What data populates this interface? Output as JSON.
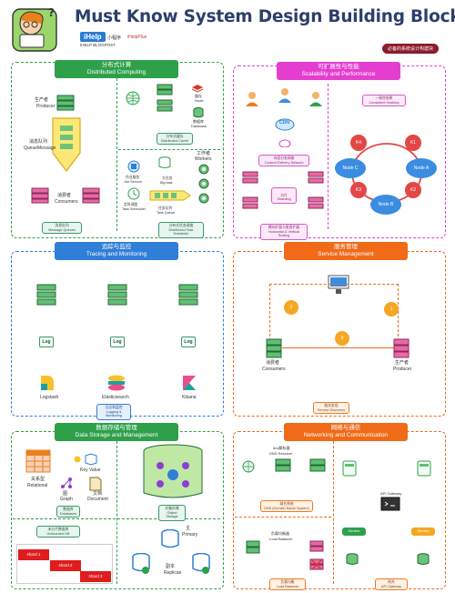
{
  "header": {
    "title": "Must Know System Design Building Blocks",
    "brand": "iHelp",
    "brand_sub": "IHELP BLOGPOST",
    "mini_app": "小程序",
    "handle": "iHelpPlus",
    "badge": "必备的系统设计构建块"
  },
  "panels": {
    "distributed": {
      "title_cn": "分布式计算",
      "title_en": "Distributed Computing",
      "producer_cn": "生产者",
      "producer_en": "Producer",
      "queue_cn": "消息队列",
      "queue_en": "QueueMessage",
      "consumer_cn": "消费者",
      "consumer_en": "Consumers",
      "btn_mq": "消息队列\nMessage Queues",
      "cache_label": "缓存",
      "node_label": "Node",
      "db_label": "数据库",
      "db_en": "Database",
      "btn_cache": "分布式缓存\nDistributed Cache",
      "workers_cn": "工作者",
      "workers_en": "Workers",
      "job_svc_cn": "作业服务",
      "job_svc_en": "Job Service",
      "scheduler_cn": "定时调度",
      "scheduler_en": "Task Scheduler",
      "big_task_cn": "大任务",
      "big_task_en": "Big task",
      "task_queue_cn": "任务队列",
      "task_queue_en": "Task Queue",
      "btn_tasks": "分布式任务调度\nDistributed Task Scheduler"
    },
    "scalability": {
      "title_cn": "可扩展性与性能",
      "title_en": "Scalability and Performance",
      "cdn": "CDN",
      "btn_cdn": "内容分发网络\nContent Delivery Network",
      "sharding_cn": "分片",
      "sharding_en": "Sharding",
      "btn_scale": "横向扩展与垂直扩展\nHorizontal & Vertical Scaling",
      "hash_cn": "一致性哈希",
      "hash_en": "Consistent Hashing",
      "ring_nodes": [
        "K4",
        "K1",
        "Node C",
        "Node A",
        "K3",
        "K2",
        "Node B"
      ]
    },
    "tracing": {
      "title_cn": "追踪与监控",
      "title_en": "Tracing and Monitoring",
      "log": "Log",
      "logstash": "Logstash",
      "elasticsearch": "Elasticsearch",
      "kibana": "Kibana",
      "btn": "日志和监控\nLogging & Monitoring"
    },
    "service": {
      "title_cn": "服务管理",
      "title_en": "Service Management",
      "steps": [
        "2",
        "1",
        "3"
      ],
      "consumer_cn": "消费者",
      "consumer_en": "Consumers",
      "producer_cn": "生产者",
      "producer_en": "Producer",
      "btn_cn": "服务发现",
      "btn_en": "Service Discovery"
    },
    "storage": {
      "title_cn": "数据存储与管理",
      "title_en": "Data Storage and Management",
      "relational_cn": "关系型",
      "relational_en": "Relational",
      "kv": "Key Value",
      "graph_cn": "图",
      "graph_en": "Graph",
      "doc_cn": "文档",
      "doc_en": "Document",
      "btn_db": "数据库\nDatabases",
      "btn_obj": "对象存储\nObject Storage",
      "unsharded_cn": "未分片数据库",
      "unsharded_en": "Unsharded DB",
      "shards": [
        "shard 1",
        "shard 2",
        "shard 3"
      ],
      "primary_cn": "主",
      "primary_en": "Primary",
      "replica_cn": "副本",
      "replica_en": "Replicas"
    },
    "network": {
      "title_cn": "网络与通信",
      "title_en": "Networking and Communication",
      "dns_cn": "dns解析器",
      "dns_en": "DNS Resolver",
      "btn_dns": "域名系统\nDNS (Domain Name System)",
      "api_gw": "API Gateway",
      "lb_cn": "负载均衡器",
      "lb_en": "Load Balancer",
      "btn_lb_cn": "负载均衡",
      "btn_lb_en": "Load Balancer",
      "service": "Service",
      "btn_api_cn": "网关",
      "btn_api_en": "API Gateway"
    }
  },
  "colors": {
    "green": "#2ea04a",
    "magenta": "#e43ed0",
    "blue": "#2f7ed8",
    "orange": "#f06a18"
  }
}
